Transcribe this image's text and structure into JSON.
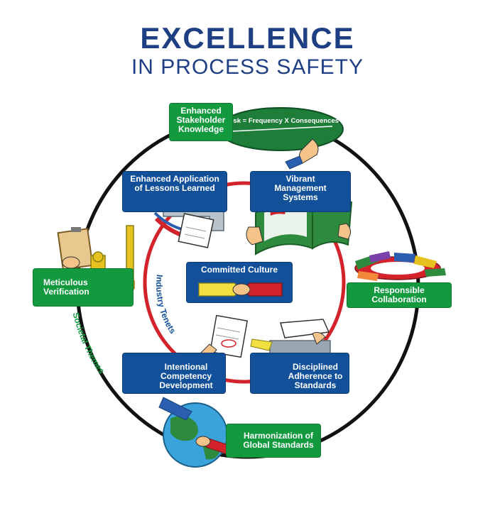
{
  "logo": {
    "line1": "EXCELLENCE",
    "line2": "IN PROCESS SAFETY"
  },
  "center": {
    "label": "Committed Culture"
  },
  "inner_ring": {
    "label": "Industry Tenets",
    "items": [
      {
        "label": "Enhanced Application of Lessons Learned"
      },
      {
        "label": "Vibrant Management Systems"
      },
      {
        "label": "Intentional Competency Development"
      },
      {
        "label": "Disciplined Adherence to Standards"
      }
    ]
  },
  "outer_ring": {
    "label": "Societal Themes",
    "items": [
      {
        "label": "Enhanced Stakeholder Knowledge"
      },
      {
        "label": "Responsible Collaboration"
      },
      {
        "label": "Harmonization of Global Standards"
      },
      {
        "label": "Meticulous Verification"
      }
    ]
  },
  "formula": {
    "label": "Risk = Frequency X Consequences"
  },
  "colors": {
    "brand_blue": "#1e3f84",
    "accent_red": "#d2232a",
    "tenet_blue": "#12509a",
    "theme_green": "#139a3f",
    "outer_ring": "#111111",
    "inner_ring": "#d2232a"
  }
}
